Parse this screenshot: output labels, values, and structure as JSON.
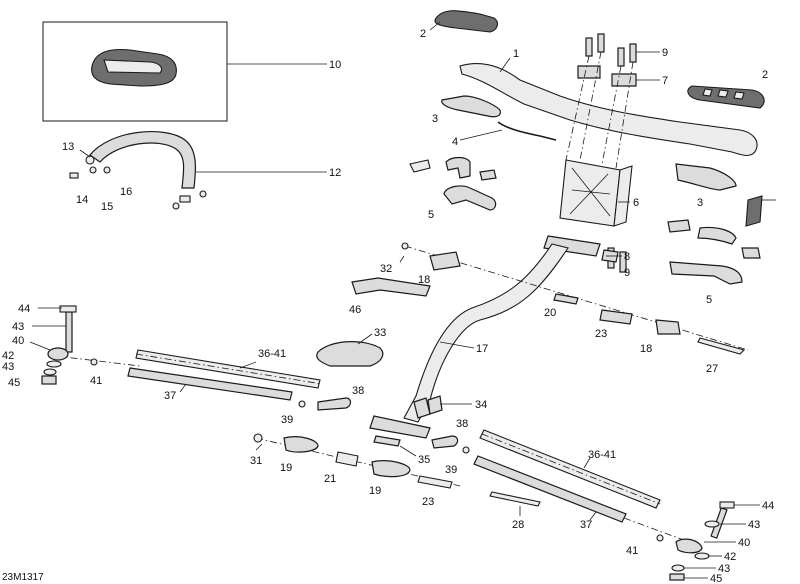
{
  "drawing_code": "23M1317",
  "callouts": {
    "c1": "1",
    "c2a": "2",
    "c2b": "2",
    "c3a": "3",
    "c3b": "3",
    "c4": "4",
    "c5a": "5",
    "c5b": "5",
    "c6": "6",
    "c7": "7",
    "c8": "8",
    "c9a": "9",
    "c9b": "9",
    "c10": "10",
    "c12": "12",
    "c13": "13",
    "c14": "14",
    "c15": "15",
    "c16": "16",
    "c17": "17",
    "c18a": "18",
    "c18b": "18",
    "c19a": "19",
    "c19b": "19",
    "c20": "20",
    "c21": "21",
    "c23a": "23",
    "c23b": "23",
    "c27": "27",
    "c28": "28",
    "c31": "31",
    "c32": "32",
    "c33": "33",
    "c34": "34",
    "c35": "35",
    "c36a": "36-41",
    "c36b": "36-41",
    "c37a": "37",
    "c37b": "37",
    "c38a": "38",
    "c38b": "38",
    "c39a": "39",
    "c39b": "39",
    "c40a": "40",
    "c40b": "40",
    "c41a": "41",
    "c41b": "41",
    "c42a": "42",
    "c42b": "42",
    "c43a": "43",
    "c43b": "43",
    "c43c": "43",
    "c43d": "43",
    "c44a": "44",
    "c44b": "44",
    "c45a": "45",
    "c45b": "45",
    "c46": "46"
  }
}
